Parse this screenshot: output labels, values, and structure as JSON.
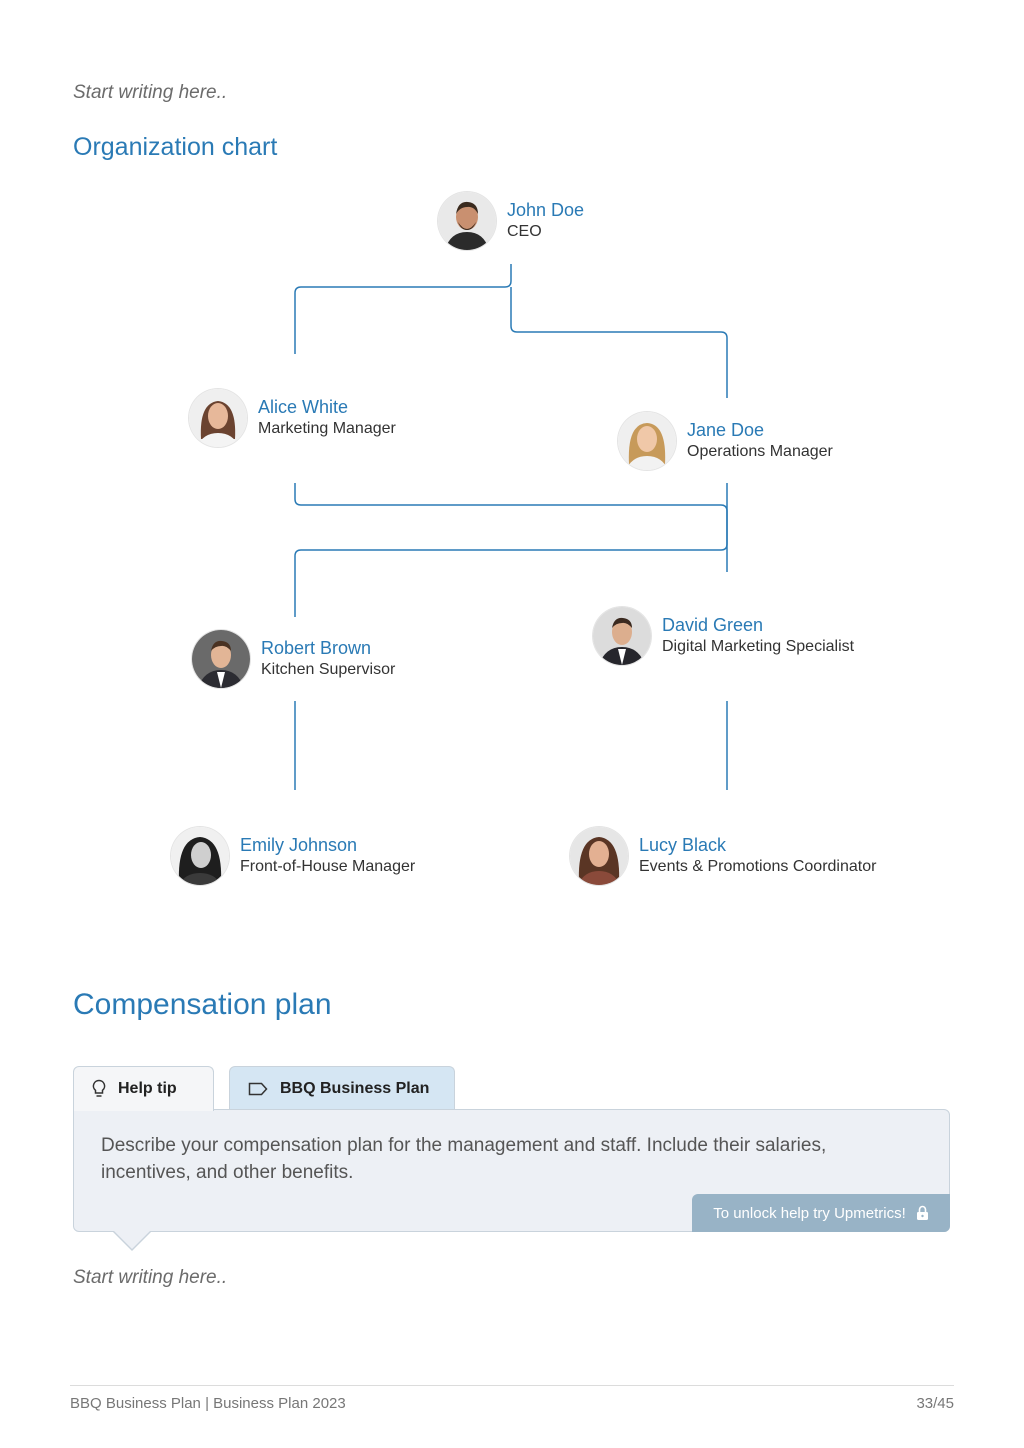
{
  "placeholder_top": "Start writing here..",
  "org_chart": {
    "title": "Organization chart",
    "line_color": "#2a7ab5",
    "people": [
      {
        "name": "John Doe",
        "role": "CEO"
      },
      {
        "name": "Alice White",
        "role": "Marketing Manager"
      },
      {
        "name": "Jane Doe",
        "role": "Operations Manager"
      },
      {
        "name": "Robert Brown",
        "role": "Kitchen Supervisor"
      },
      {
        "name": "David Green",
        "role": "Digital Marketing Specialist"
      },
      {
        "name": "Emily Johnson",
        "role": "Front-of-House Manager"
      },
      {
        "name": "Lucy Black",
        "role": "Events & Promotions Coordinator"
      }
    ]
  },
  "compensation": {
    "title": "Compensation plan",
    "tabs": {
      "help": "Help tip",
      "plan": "BBQ Business Plan"
    },
    "tip_text": "Describe your compensation plan for the management and staff. Include their salaries, incentives, and other benefits.",
    "unlock_label": "To unlock help try Upmetrics!",
    "placeholder": "Start writing here.."
  },
  "footer": {
    "left": "BBQ Business Plan | Business Plan 2023",
    "right": "33/45"
  },
  "icons": {
    "help_tab": "lightbulb-icon",
    "plan_tab": "tag-icon",
    "unlock": "lock-icon"
  }
}
